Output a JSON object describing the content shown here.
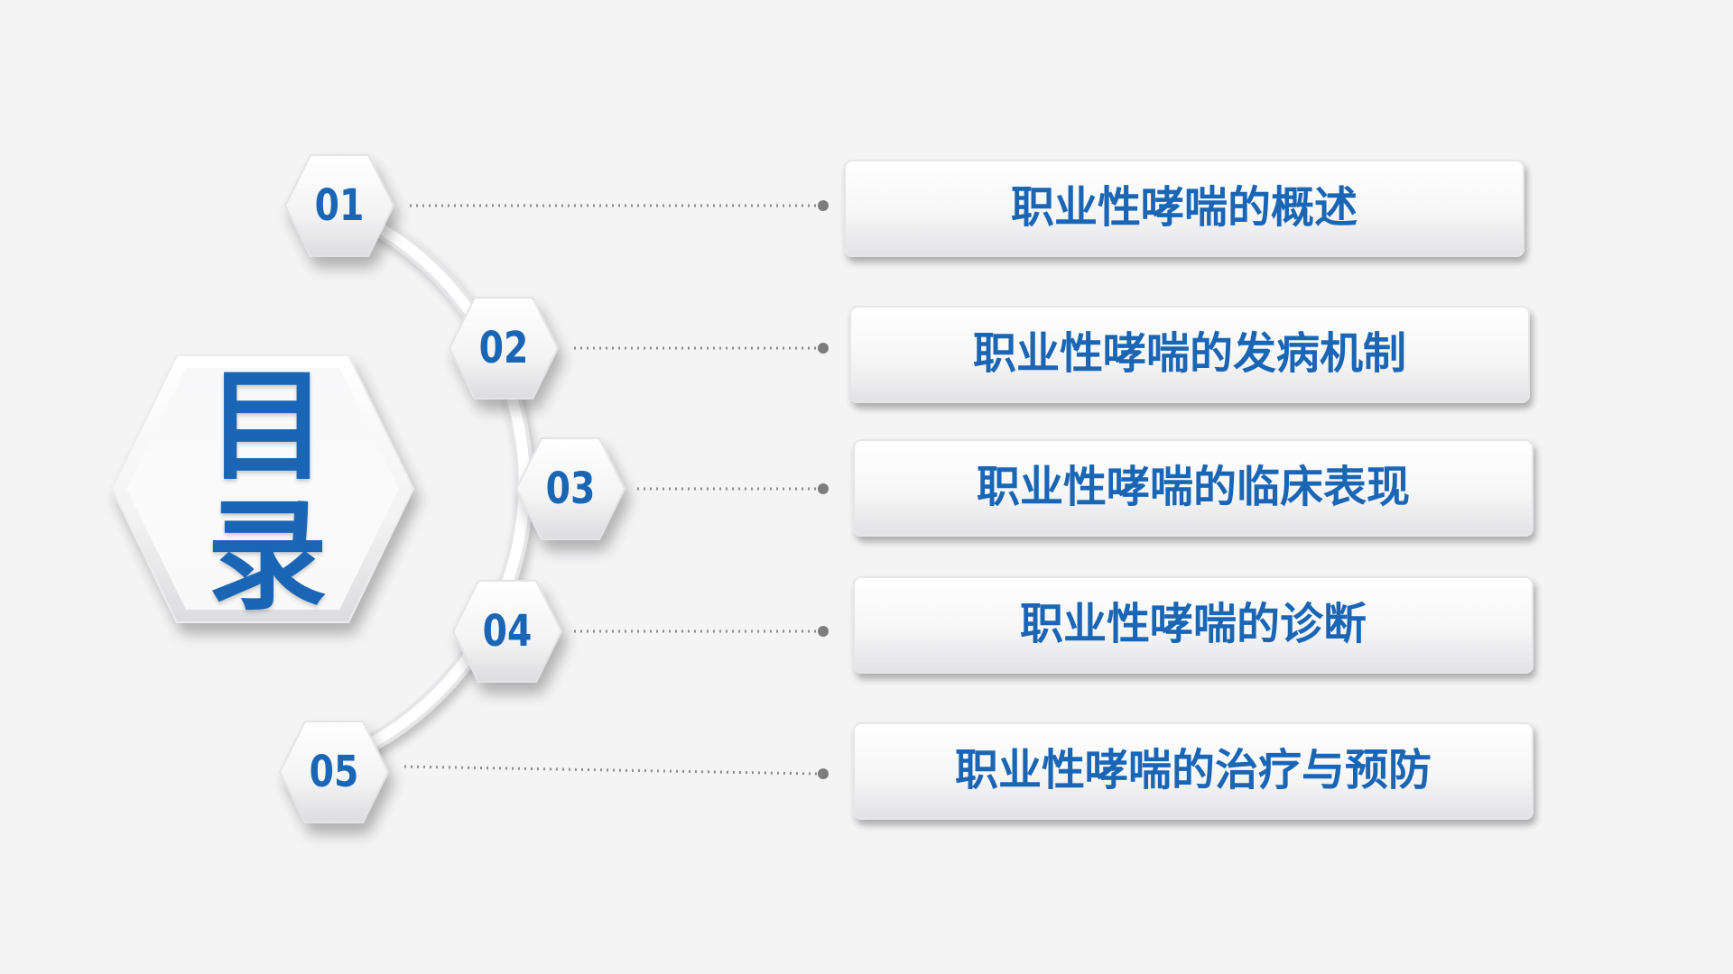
{
  "title": {
    "char1": "目",
    "char2": "录"
  },
  "items": [
    {
      "number": "01",
      "label": "职业性哮喘的概述"
    },
    {
      "number": "02",
      "label": "职业性哮喘的发病机制"
    },
    {
      "number": "03",
      "label": "职业性哮喘的临床表现"
    },
    {
      "number": "04",
      "label": "职业性哮喘的诊断"
    },
    {
      "number": "05",
      "label": "职业性哮喘的治疗与预防"
    }
  ],
  "colors": {
    "accent": "#1a66b5",
    "background": "#f4f4f5",
    "panel": "#ffffff",
    "dots": "#8c8c8c"
  }
}
